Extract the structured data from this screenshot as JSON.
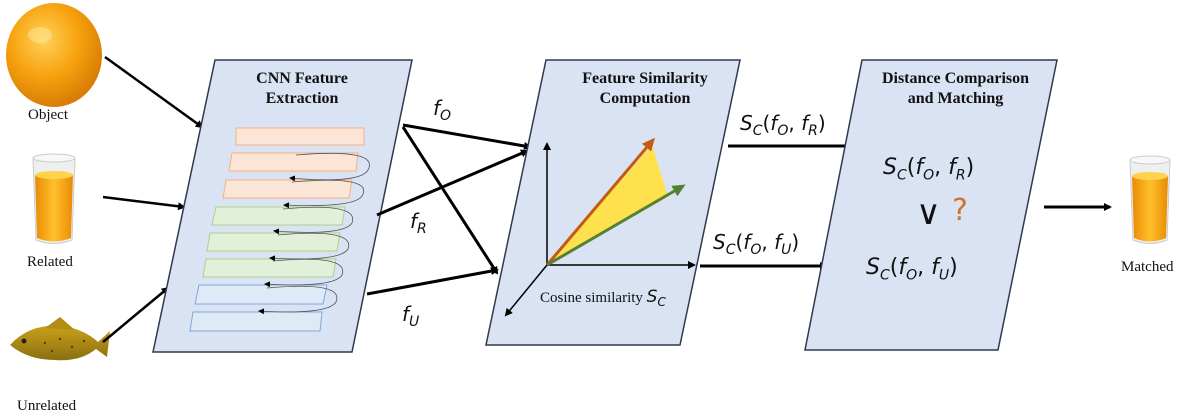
{
  "inputs": {
    "object_label": "Object",
    "related_label": "Related",
    "unrelated_label": "Unrelated",
    "matched_label": "Matched"
  },
  "stages": {
    "cnn_title": "CNN Feature\nExtraction",
    "similarity_title": "Feature Similarity\nComputation",
    "comparison_title": "Distance Comparison\nand Matching"
  },
  "features": {
    "f": "f",
    "o": "O",
    "r": "R",
    "u": "U"
  },
  "similarity": {
    "cosine_label": "Cosine similarity ",
    "s": "S",
    "c": "C",
    "sc_fo_fr": {
      "open": "(",
      "comma": ", ",
      "close": ")"
    },
    "comparison_symbol": "∨",
    "question": "?"
  },
  "colors": {
    "panel_fill": "#dae3f3",
    "panel_stroke": "#2f3a4d",
    "layer_orange": "#fbe5d6",
    "layer_orange_stroke": "#f4b183",
    "layer_green": "#e2f0d9",
    "layer_green_stroke": "#a9d18e",
    "layer_blue": "#deebf7",
    "layer_blue_stroke": "#7fa8dc",
    "vector_orange": "#c55a11",
    "vector_green": "#548235",
    "angle_fill": "#ffe14d",
    "question_mark": "#d0752c"
  }
}
